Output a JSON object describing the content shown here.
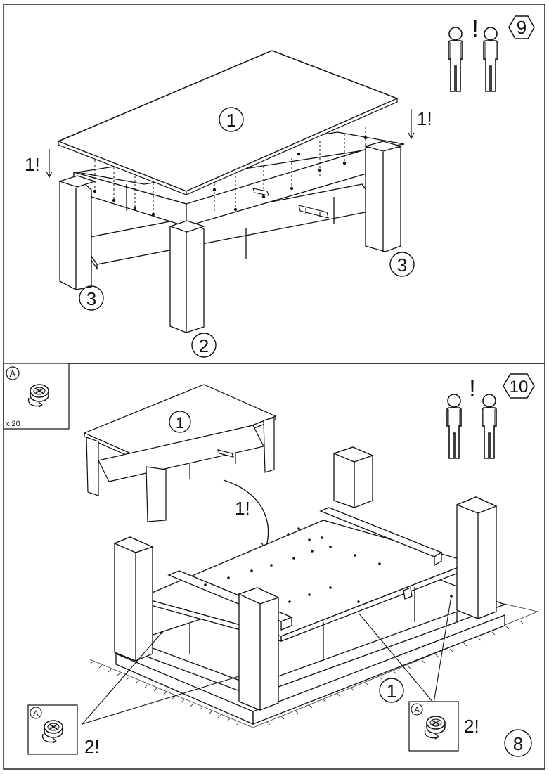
{
  "panels": {
    "top": {
      "step_number": "9",
      "warning_mark": "!",
      "part_top": "1",
      "part_front_leg": "2",
      "part_left_leg": "3",
      "part_right_leg": "3",
      "note_left": "1!",
      "note_right": "1!"
    },
    "bottom": {
      "step_number": "10",
      "warning_mark": "!",
      "hardware_box": {
        "letter": "A",
        "quantity": "x 20"
      },
      "part_small_top": "1",
      "note_flip": "1!",
      "part_underside": "1",
      "callout_left": {
        "letter": "A",
        "note": "2!"
      },
      "callout_right": {
        "letter": "A",
        "note": "2!"
      },
      "page_number": "8"
    }
  },
  "colors": {
    "line": "#111111",
    "fill": "#ffffff",
    "ground": "#444444"
  },
  "icons": [
    "two-person-icon",
    "cam-lock-icon",
    "hexagon-step-icon"
  ]
}
